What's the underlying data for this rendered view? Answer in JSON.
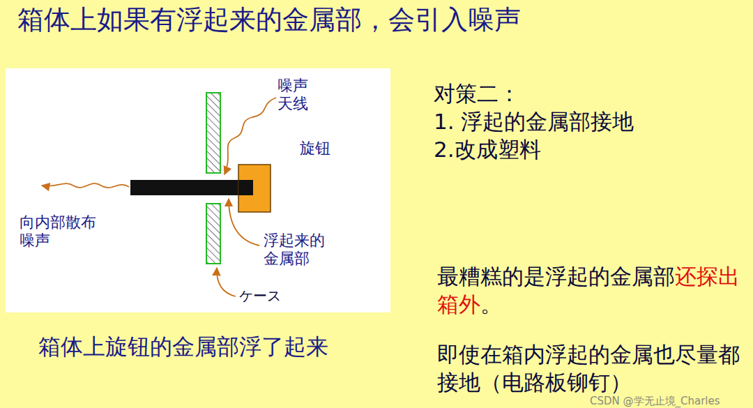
{
  "diagram": {
    "title": "箱体上如果有浮起来的金属部，会引入噪声",
    "caption": "箱体上旋钮的金属部浮了起来",
    "labels": [
      "噪声 天线",
      "旋钮",
      "向内部散布 噪声",
      "浮起来的 金属部",
      "ケース",
      "对策二：",
      "1. 浮起的金属部接地",
      "2.改成塑料",
      "最糟糕的是浮起的金属部",
      "还探出箱外",
      "。",
      "即使在箱内浮起的金属也尽量都接地（电路板铆钉）",
      "CSDN @学无止境_Charles"
    ]
  }
}
